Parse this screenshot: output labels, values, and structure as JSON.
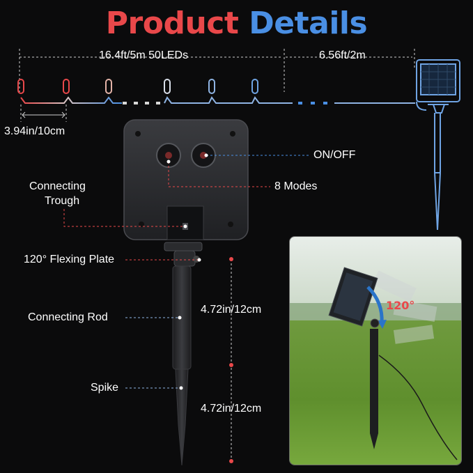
{
  "title": {
    "word1": "Product",
    "word2": "Details"
  },
  "dimensions": {
    "string_length": "16.4ft/5m 50LEDs",
    "lead_wire": "6.56ft/2m",
    "led_spacing": "3.94in/10cm",
    "stake_upper": "4.72in/12cm",
    "stake_lower": "4.72in/12cm"
  },
  "callouts": {
    "on_off": "ON/OFF",
    "modes": "8 Modes",
    "trough_line1": "Connecting",
    "trough_line2": "Trough",
    "flex_plate": "120° Flexing Plate",
    "rod": "Connecting Rod",
    "spike": "Spike"
  },
  "photo": {
    "angle": "120°"
  },
  "colors": {
    "red": "#e9484a",
    "blue": "#4a8fe4",
    "dim_line": "#cfcfcf",
    "panel": "#2a2b2e"
  }
}
